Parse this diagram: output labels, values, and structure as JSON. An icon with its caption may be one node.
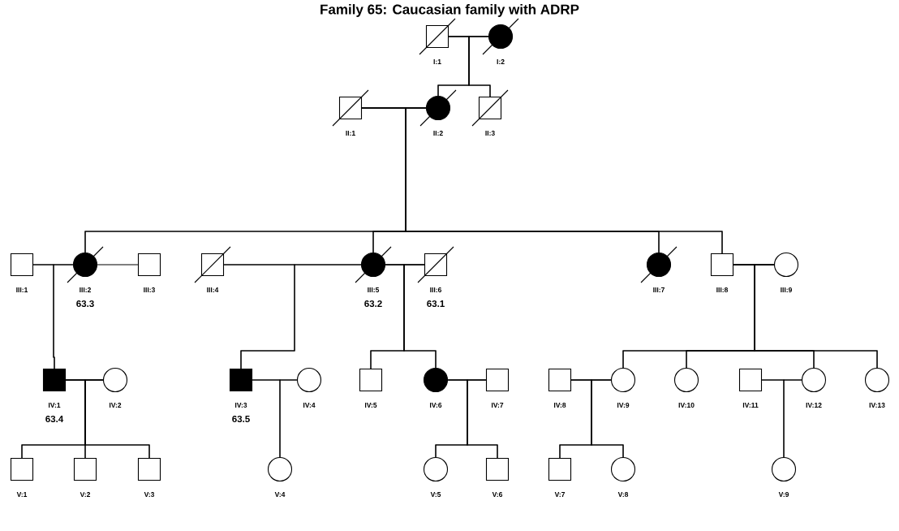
{
  "diagram": {
    "title": "Family 65: Caucasian family with ADRP",
    "nodes": [
      {
        "text": [],
        "shape": "slashed-square",
        "beside": [
          "I:1"
        ]
      },
      {
        "text": [],
        "shape": "slashed-filled-circle",
        "beside": [
          "I:2"
        ]
      },
      {
        "text": [],
        "shape": "slashed-square",
        "beside": [
          "II:1"
        ]
      },
      {
        "text": [],
        "shape": "slashed-filled-circle",
        "beside": [
          "II:2"
        ]
      },
      {
        "text": [],
        "shape": "slashed-square",
        "beside": [
          "II:3"
        ]
      },
      {
        "text": [],
        "shape": "square",
        "beside": [
          "III:1"
        ]
      },
      {
        "text": [],
        "shape": "slashed-filled-circle",
        "beside": [
          "III:2",
          "63.3"
        ]
      },
      {
        "text": [],
        "shape": "square",
        "beside": [
          "III:3"
        ]
      },
      {
        "text": [],
        "shape": "slashed-square",
        "beside": [
          "III:4"
        ]
      },
      {
        "text": [],
        "shape": "slashed-filled-circle",
        "beside": [
          "III:5",
          "63.2"
        ]
      },
      {
        "text": [],
        "shape": "slashed-square",
        "beside": [
          "III:6",
          "63.1"
        ]
      },
      {
        "text": [],
        "shape": "slashed-filled-circle",
        "beside": [
          "III:7"
        ]
      },
      {
        "text": [],
        "shape": "square",
        "beside": [
          "III:8"
        ]
      },
      {
        "text": [],
        "shape": "circle",
        "beside": [
          "III:9"
        ]
      },
      {
        "text": [],
        "shape": "filled-square",
        "beside": [
          "IV:1",
          "63.4"
        ]
      },
      {
        "text": [],
        "shape": "circle",
        "beside": [
          "IV:2"
        ]
      },
      {
        "text": [],
        "shape": "filled-square",
        "beside": [
          "IV:3",
          "63.5"
        ]
      },
      {
        "text": [],
        "shape": "circle",
        "beside": [
          "IV:4"
        ]
      },
      {
        "text": [],
        "shape": "square",
        "beside": [
          "IV:5"
        ]
      },
      {
        "text": [],
        "shape": "filled-circle",
        "beside": [
          "IV:6"
        ]
      },
      {
        "text": [],
        "shape": "square",
        "beside": [
          "IV:7"
        ]
      },
      {
        "text": [],
        "shape": "square",
        "beside": [
          "IV:8"
        ]
      },
      {
        "text": [],
        "shape": "circle",
        "beside": [
          "IV:9"
        ]
      },
      {
        "text": [],
        "shape": "circle",
        "beside": [
          "IV:10"
        ]
      },
      {
        "text": [],
        "shape": "square",
        "beside": [
          "IV:11"
        ]
      },
      {
        "text": [],
        "shape": "circle",
        "beside": [
          "IV:12"
        ]
      },
      {
        "text": [],
        "shape": "circle",
        "beside": [
          "IV:13"
        ]
      },
      {
        "text": [],
        "shape": "square",
        "beside": [
          "V:1"
        ]
      },
      {
        "text": [],
        "shape": "square",
        "beside": [
          "V:2"
        ]
      },
      {
        "text": [],
        "shape": "square",
        "beside": [
          "V:3"
        ]
      },
      {
        "text": [],
        "shape": "circle",
        "beside": [
          "V:4"
        ]
      },
      {
        "text": [],
        "shape": "circle",
        "beside": [
          "V:5"
        ]
      },
      {
        "text": [],
        "shape": "square",
        "beside": [
          "V:6"
        ]
      },
      {
        "text": [],
        "shape": "square",
        "beside": [
          "V:7"
        ]
      },
      {
        "text": [],
        "shape": "circle",
        "beside": [
          "V:8"
        ]
      },
      {
        "text": [],
        "shape": "circle",
        "beside": [
          "V:9"
        ]
      }
    ],
    "edges": [
      {
        "from": 0,
        "to": 1,
        "arrow": "none"
      },
      {
        "from": 2,
        "to": 3,
        "arrow": "none"
      },
      {
        "from": 5,
        "to": 6,
        "arrow": "none"
      },
      {
        "from": 6,
        "to": 7,
        "arrow": "none"
      },
      {
        "from": 8,
        "to": 9,
        "arrow": "none"
      },
      {
        "from": 9,
        "to": 10,
        "arrow": "none"
      },
      {
        "from": 12,
        "to": 13,
        "arrow": "none"
      },
      {
        "from": 14,
        "to": 15,
        "arrow": "none"
      },
      {
        "from": 16,
        "to": 17,
        "arrow": "none"
      },
      {
        "from": 19,
        "to": 20,
        "arrow": "none"
      },
      {
        "from": 21,
        "to": 22,
        "arrow": "none"
      },
      {
        "from": 24,
        "to": 25,
        "arrow": "none"
      },
      {
        "from": 0,
        "to": 3,
        "arrow": "none"
      },
      {
        "from": 1,
        "to": 3,
        "arrow": "none"
      },
      {
        "from": 0,
        "to": 4,
        "arrow": "none"
      },
      {
        "from": 1,
        "to": 4,
        "arrow": "none"
      },
      {
        "from": 2,
        "to": 6,
        "arrow": "none"
      },
      {
        "from": 3,
        "to": 6,
        "arrow": "none"
      },
      {
        "from": 2,
        "to": 9,
        "arrow": "none"
      },
      {
        "from": 3,
        "to": 9,
        "arrow": "none"
      },
      {
        "from": 2,
        "to": 11,
        "arrow": "none"
      },
      {
        "from": 3,
        "to": 11,
        "arrow": "none"
      },
      {
        "from": 2,
        "to": 12,
        "arrow": "none"
      },
      {
        "from": 3,
        "to": 12,
        "arrow": "none"
      },
      {
        "from": 5,
        "to": 14,
        "arrow": "none"
      },
      {
        "from": 6,
        "to": 14,
        "arrow": "none"
      },
      {
        "from": 8,
        "to": 16,
        "arrow": "none"
      },
      {
        "from": 9,
        "to": 16,
        "arrow": "none"
      },
      {
        "from": 9,
        "to": 18,
        "arrow": "none"
      },
      {
        "from": 10,
        "to": 18,
        "arrow": "none"
      },
      {
        "from": 9,
        "to": 19,
        "arrow": "none"
      },
      {
        "from": 10,
        "to": 19,
        "arrow": "none"
      },
      {
        "from": 12,
        "to": 22,
        "arrow": "none"
      },
      {
        "from": 13,
        "to": 22,
        "arrow": "none"
      },
      {
        "from": 12,
        "to": 23,
        "arrow": "none"
      },
      {
        "from": 13,
        "to": 23,
        "arrow": "none"
      },
      {
        "from": 12,
        "to": 25,
        "arrow": "none"
      },
      {
        "from": 13,
        "to": 25,
        "arrow": "none"
      },
      {
        "from": 12,
        "to": 26,
        "arrow": "none"
      },
      {
        "from": 13,
        "to": 26,
        "arrow": "none"
      },
      {
        "from": 14,
        "to": 27,
        "arrow": "none"
      },
      {
        "from": 15,
        "to": 27,
        "arrow": "none"
      },
      {
        "from": 14,
        "to": 28,
        "arrow": "none"
      },
      {
        "from": 15,
        "to": 28,
        "arrow": "none"
      },
      {
        "from": 14,
        "to": 29,
        "arrow": "none"
      },
      {
        "from": 15,
        "to": 29,
        "arrow": "none"
      },
      {
        "from": 16,
        "to": 30,
        "arrow": "none"
      },
      {
        "from": 17,
        "to": 30,
        "arrow": "none"
      },
      {
        "from": 19,
        "to": 31,
        "arrow": "none"
      },
      {
        "from": 20,
        "to": 31,
        "arrow": "none"
      },
      {
        "from": 19,
        "to": 32,
        "arrow": "none"
      },
      {
        "from": 20,
        "to": 32,
        "arrow": "none"
      },
      {
        "from": 21,
        "to": 33,
        "arrow": "none"
      },
      {
        "from": 22,
        "to": 33,
        "arrow": "none"
      },
      {
        "from": 21,
        "to": 34,
        "arrow": "none"
      },
      {
        "from": 22,
        "to": 34,
        "arrow": "none"
      },
      {
        "from": 24,
        "to": 35,
        "arrow": "none"
      },
      {
        "from": 25,
        "to": 35,
        "arrow": "none"
      }
    ]
  }
}
